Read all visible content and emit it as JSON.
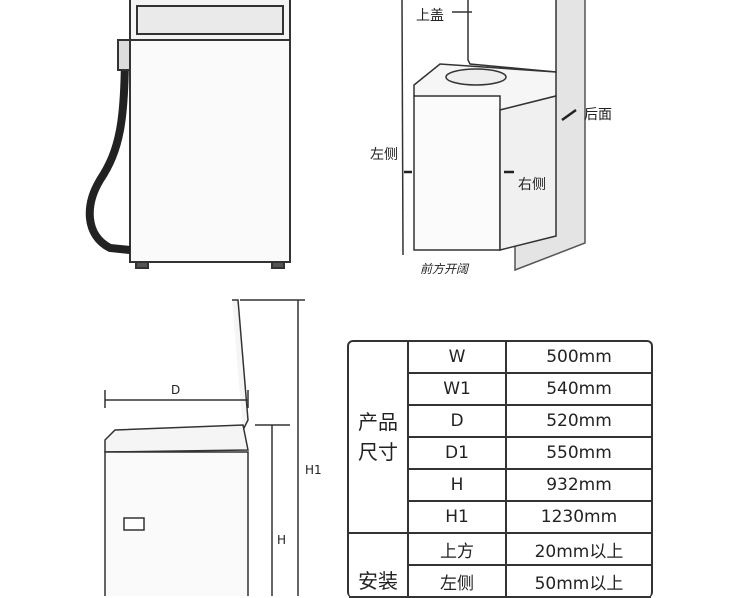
{
  "top_diagram": {
    "labels": {
      "lid": "上盖",
      "rear": "后面",
      "left": "左侧",
      "right": "右侧",
      "front": "前方开阔"
    }
  },
  "side_diagram": {
    "labels": {
      "depth": "D",
      "height": "H",
      "total_height": "H1"
    }
  },
  "spec_table": {
    "groups": [
      {
        "label": "产品尺寸",
        "rows": [
          {
            "key": "W",
            "value": "500mm"
          },
          {
            "key": "W1",
            "value": "540mm"
          },
          {
            "key": "D",
            "value": "520mm"
          },
          {
            "key": "D1",
            "value": "550mm"
          },
          {
            "key": "H",
            "value": "932mm"
          },
          {
            "key": "H1",
            "value": "1230mm"
          }
        ]
      },
      {
        "label": "安装",
        "rows": [
          {
            "key": "上方",
            "value": "20mm以上"
          },
          {
            "key": "左侧",
            "value": "50mm以上"
          }
        ]
      }
    ]
  }
}
